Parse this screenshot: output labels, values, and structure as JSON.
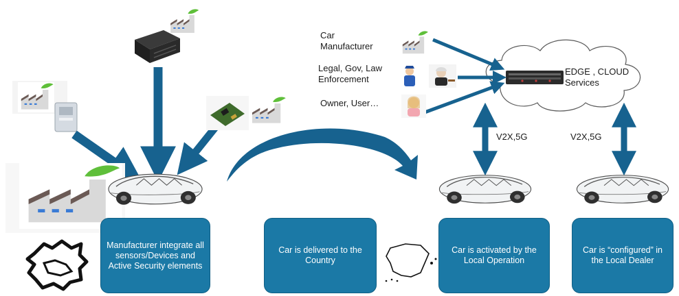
{
  "stakeholders": {
    "car_manufacturer": "Car\nManufacturer",
    "legal_gov": "Legal, Gov, Law\nEnforcement",
    "owner_user": "Owner, User…"
  },
  "cloud_label": "EDGE , CLOUD\nServices",
  "links": {
    "left": "V2X,5G",
    "right": "V2X,5G"
  },
  "steps": [
    {
      "text": "Manufacturer integrate all sensors/Devices and Active Security elements"
    },
    {
      "text": "Car is delivered to the Country"
    },
    {
      "text": "Car is activated by the Local Operation"
    },
    {
      "text": "Car is “configured” in the Local Dealer"
    }
  ],
  "colors": {
    "arrow": "#17628f",
    "box": "#1b79a6",
    "leaf": "#5fbf3a",
    "factory": "#d9d9d9",
    "roof": "#6b5a55",
    "window": "#3a7bd5"
  },
  "icons": [
    "factory-icon",
    "server-icon",
    "meter-icon",
    "circuit-board-icon",
    "police-icon",
    "judge-icon",
    "user-icon",
    "car-icon",
    "cloud-icon",
    "region-map-icon",
    "spain-map-icon"
  ]
}
